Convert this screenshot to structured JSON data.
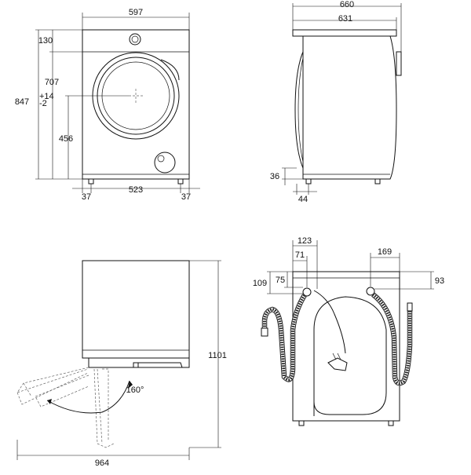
{
  "dimensions": {
    "front_width": "597",
    "front_top_panel": "130",
    "front_door_top": "707",
    "front_height": "847",
    "front_height_tol_plus": "+14",
    "front_height_tol_minus": "-2",
    "front_door_center": "456",
    "feet_spacing": "523",
    "foot_offset_left": "37",
    "foot_offset_right": "37",
    "side_total_depth": "660",
    "side_body_depth": "631",
    "side_foot_height": "36",
    "side_foot_offset": "44",
    "door_open_angle": "160°",
    "door_open_height": "1101",
    "door_open_depth": "964",
    "back_hose_left_outer": "123",
    "back_hose_left_inner": "71",
    "back_hose_right": "169",
    "back_left_top_109": "109",
    "back_left_top_75": "75",
    "back_right_top": "93"
  }
}
